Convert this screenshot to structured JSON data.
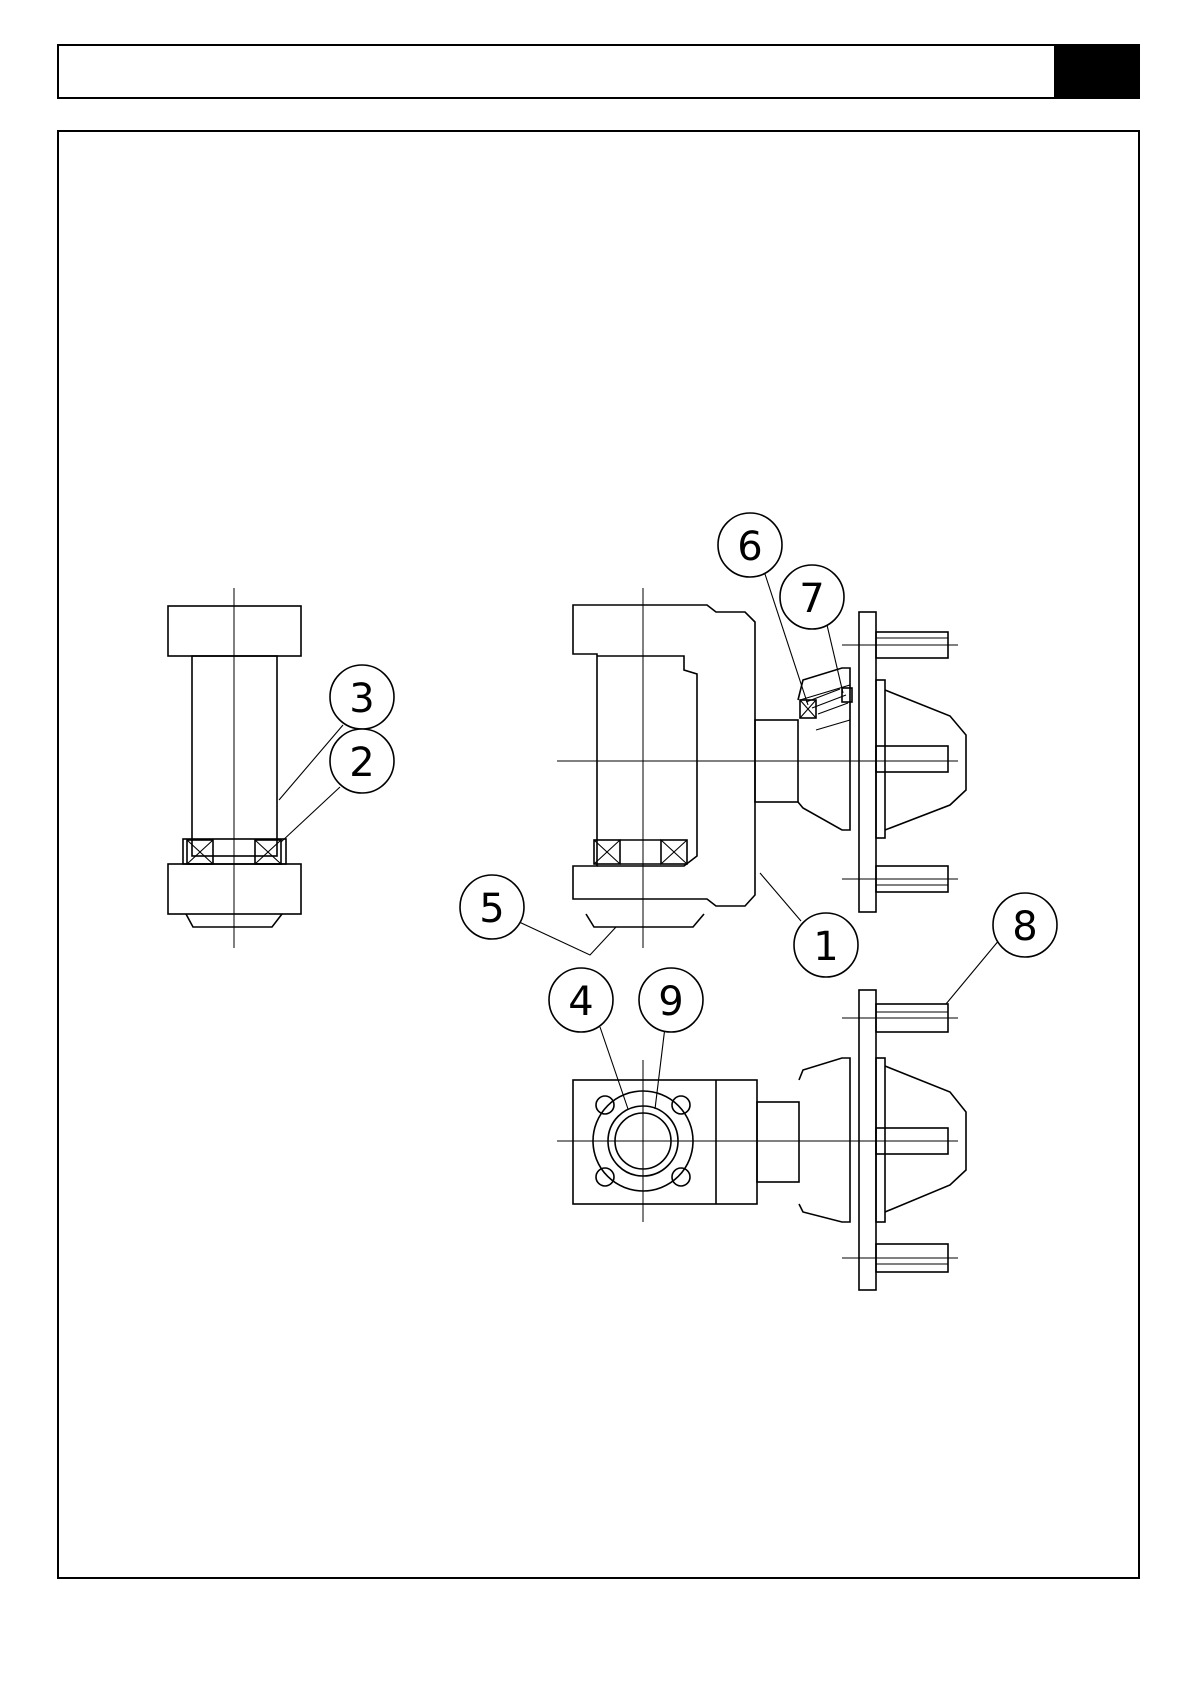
{
  "header": {
    "title": "",
    "tab_color": "#000000"
  },
  "drawing": {
    "line_color": "#000000",
    "balloons": [
      {
        "id": "balloon-1",
        "label": "1"
      },
      {
        "id": "balloon-2",
        "label": "2"
      },
      {
        "id": "balloon-3",
        "label": "3"
      },
      {
        "id": "balloon-4",
        "label": "4"
      },
      {
        "id": "balloon-5",
        "label": "5"
      },
      {
        "id": "balloon-6",
        "label": "6"
      },
      {
        "id": "balloon-7",
        "label": "7"
      },
      {
        "id": "balloon-8",
        "label": "8"
      },
      {
        "id": "balloon-9",
        "label": "9"
      }
    ]
  }
}
